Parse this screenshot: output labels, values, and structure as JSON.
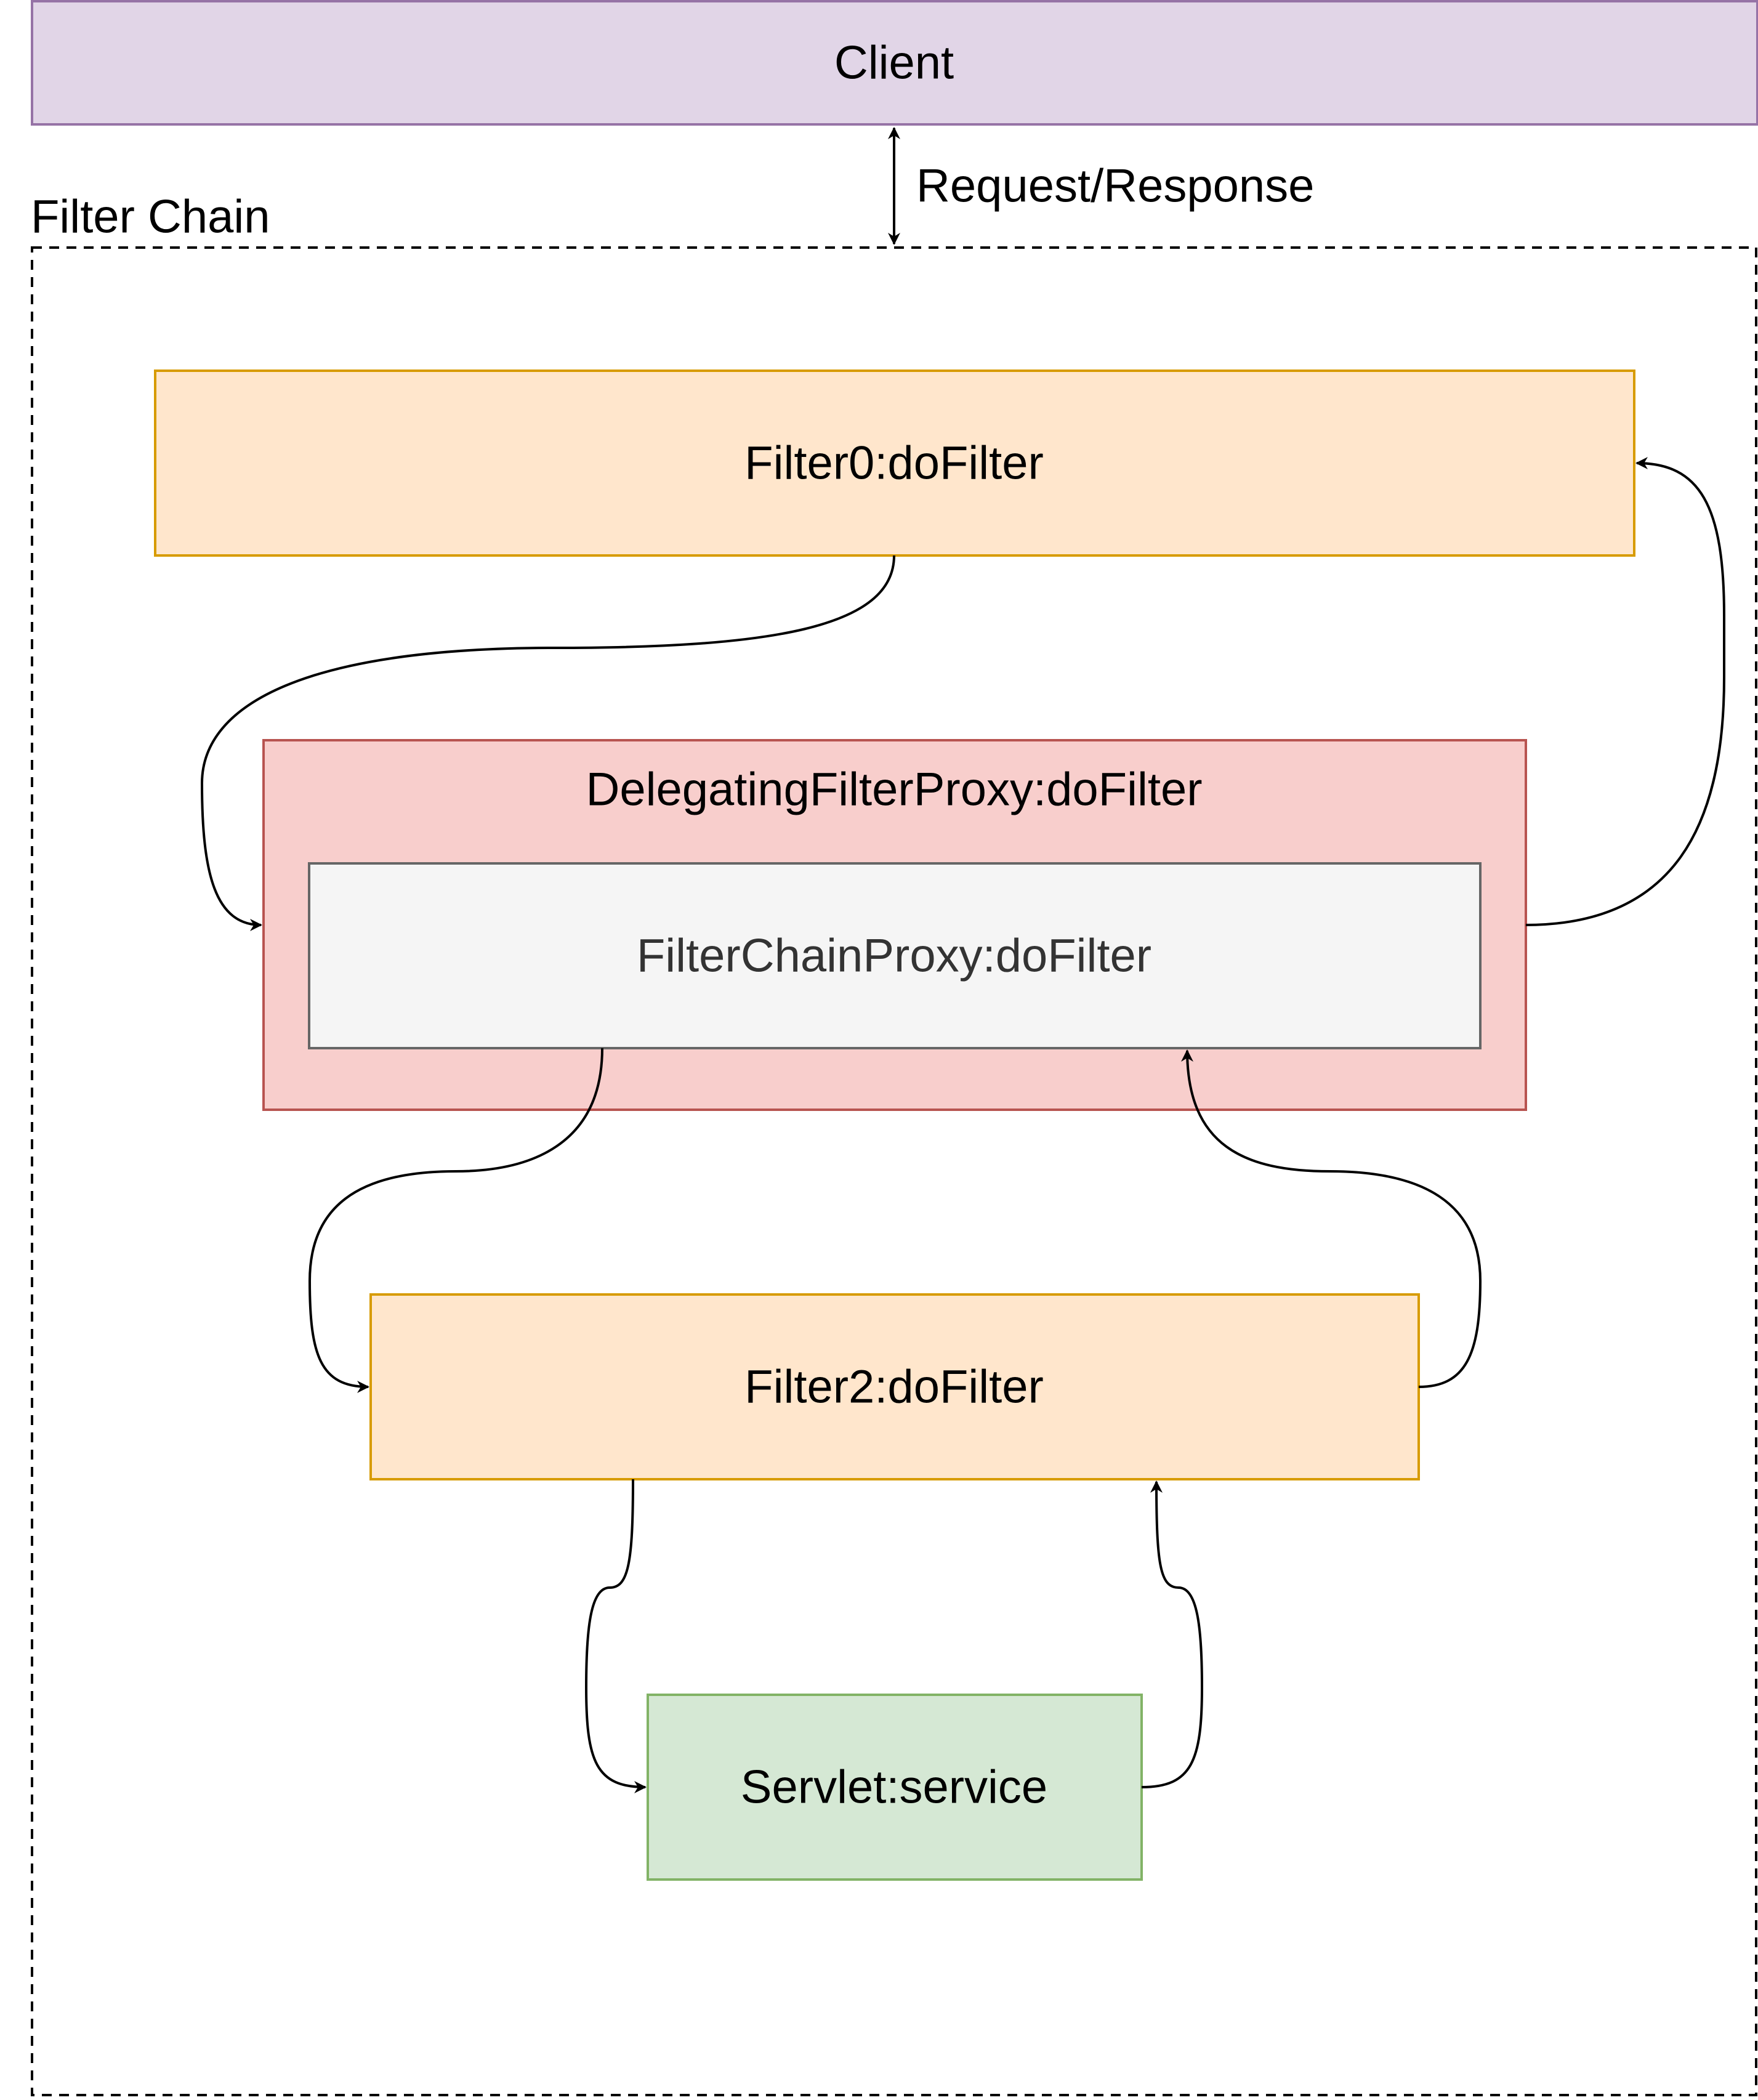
{
  "diagram": {
    "client": {
      "label": "Client",
      "fill": "#e1d5e7",
      "stroke": "#9673a6",
      "text_color": "#000000"
    },
    "request_response_label": "Request/Response",
    "filter_chain": {
      "label": "Filter Chain",
      "stroke": "#000000"
    },
    "filter0": {
      "label": "Filter0:doFilter",
      "fill": "#ffe6cc",
      "stroke": "#d79b00",
      "text_color": "#000000"
    },
    "delegating_filter_proxy": {
      "label": "DelegatingFilterProxy:doFilter",
      "fill": "#f8cecc",
      "stroke": "#b85450",
      "text_color": "#000000"
    },
    "filter_chain_proxy": {
      "label": "FilterChainProxy:doFilter",
      "fill": "#f5f5f5",
      "stroke": "#666666",
      "text_color": "#333333"
    },
    "filter2": {
      "label": "Filter2:doFilter",
      "fill": "#ffe6cc",
      "stroke": "#d79b00",
      "text_color": "#000000"
    },
    "servlet": {
      "label": "Servlet:service",
      "fill": "#d5e8d4",
      "stroke": "#82b366",
      "text_color": "#000000"
    },
    "edges": [
      {
        "from": "client",
        "to": "filter-chain",
        "label": "Request/Response",
        "bidirectional": true
      },
      {
        "from": "filter0",
        "to": "delegating-filter-proxy"
      },
      {
        "from": "delegating-filter-proxy",
        "to": "filter0"
      },
      {
        "from": "filter-chain-proxy",
        "to": "filter2"
      },
      {
        "from": "filter2",
        "to": "filter-chain-proxy"
      },
      {
        "from": "filter2",
        "to": "servlet"
      },
      {
        "from": "servlet",
        "to": "filter2"
      }
    ]
  }
}
